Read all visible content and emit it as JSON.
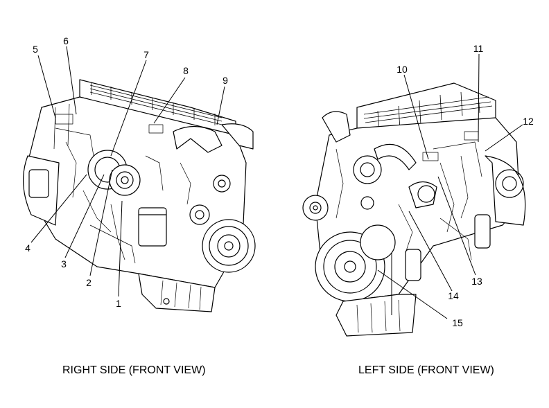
{
  "diagram": {
    "views": [
      {
        "id": "right",
        "caption": "RIGHT SIDE (FRONT VIEW)"
      },
      {
        "id": "left",
        "caption": "LEFT SIDE (FRONT VIEW)"
      }
    ],
    "callouts": [
      {
        "n": "1"
      },
      {
        "n": "2"
      },
      {
        "n": "3"
      },
      {
        "n": "4"
      },
      {
        "n": "5"
      },
      {
        "n": "6"
      },
      {
        "n": "7"
      },
      {
        "n": "8"
      },
      {
        "n": "9"
      },
      {
        "n": "10"
      },
      {
        "n": "11"
      },
      {
        "n": "12"
      },
      {
        "n": "13"
      },
      {
        "n": "14"
      },
      {
        "n": "15"
      }
    ]
  }
}
